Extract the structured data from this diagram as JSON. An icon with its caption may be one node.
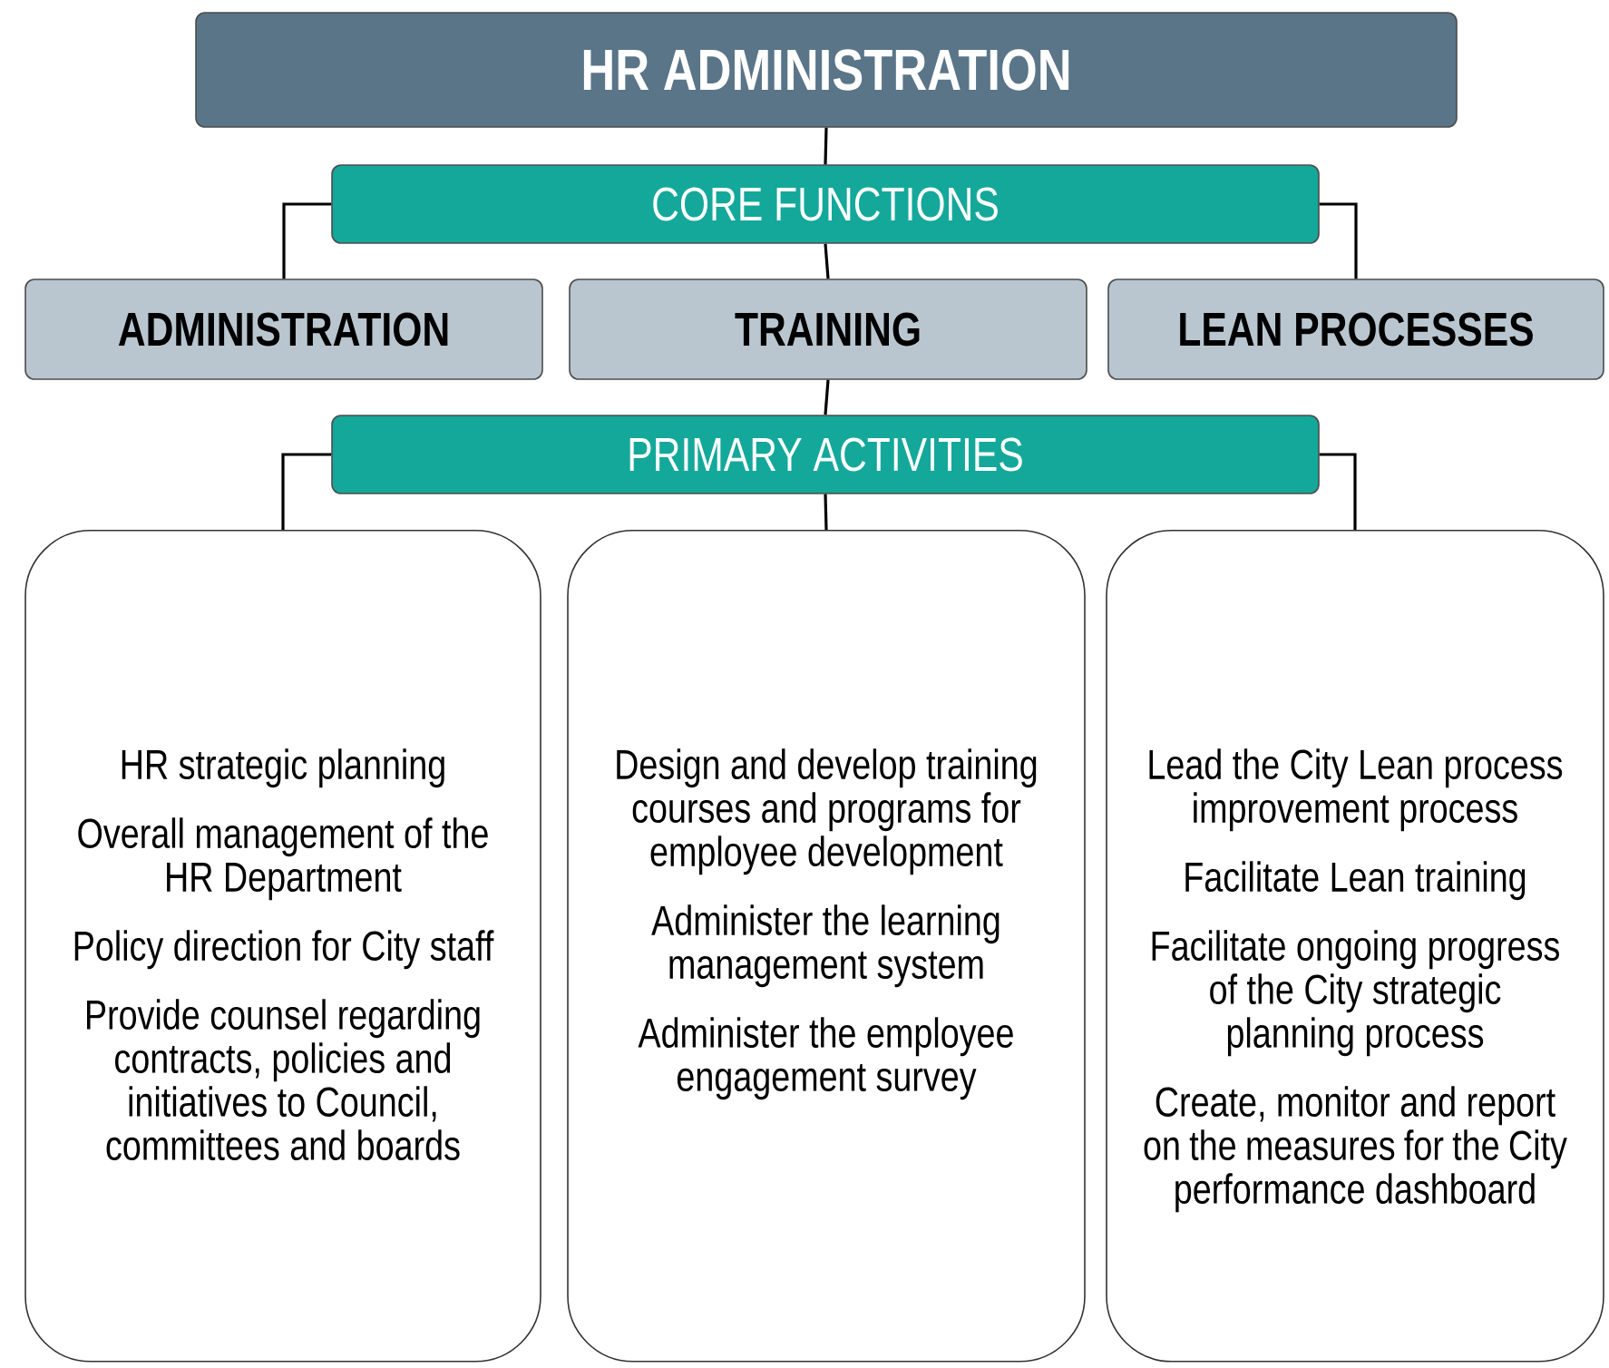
{
  "diagram": {
    "nodes": [
      {
        "text": [
          "HR ADMINISTRATION"
        ]
      },
      {
        "text": [
          "CORE FUNCTIONS"
        ]
      },
      {
        "text": [
          "ADMINISTRATION"
        ]
      },
      {
        "text": [
          "TRAINING"
        ]
      },
      {
        "text": [
          "LEAN PROCESSES"
        ]
      },
      {
        "text": [
          "PRIMARY ACTIVITIES"
        ]
      },
      {
        "text": [
          "HR strategic planning",
          "Overall management of the HR Department",
          "Policy direction for City staff",
          "Provide counsel regarding contracts, policies and initiatives to Council, committees and boards"
        ]
      },
      {
        "text": [
          "Design and develop training courses and programs for employee development",
          "Administer the learning management system",
          "Administer the employee engagement survey"
        ]
      },
      {
        "text": [
          "Lead the City Lean process improvement process",
          "Facilitate Lean training",
          "Facilitate ongoing progress of the City strategic planning process",
          "Create, monitor and report on the measures for the City performance dashboard"
        ]
      }
    ],
    "edges": [
      {
        "from": 0,
        "to": 1,
        "arrow": "none"
      },
      {
        "from": 1,
        "to": 2,
        "arrow": "none"
      },
      {
        "from": 1,
        "to": 3,
        "arrow": "none"
      },
      {
        "from": 1,
        "to": 4,
        "arrow": "none"
      },
      {
        "from": 3,
        "to": 5,
        "arrow": "none"
      },
      {
        "from": 5,
        "to": 6,
        "arrow": "none"
      },
      {
        "from": 5,
        "to": 7,
        "arrow": "none"
      },
      {
        "from": 5,
        "to": 8,
        "arrow": "none"
      }
    ]
  }
}
